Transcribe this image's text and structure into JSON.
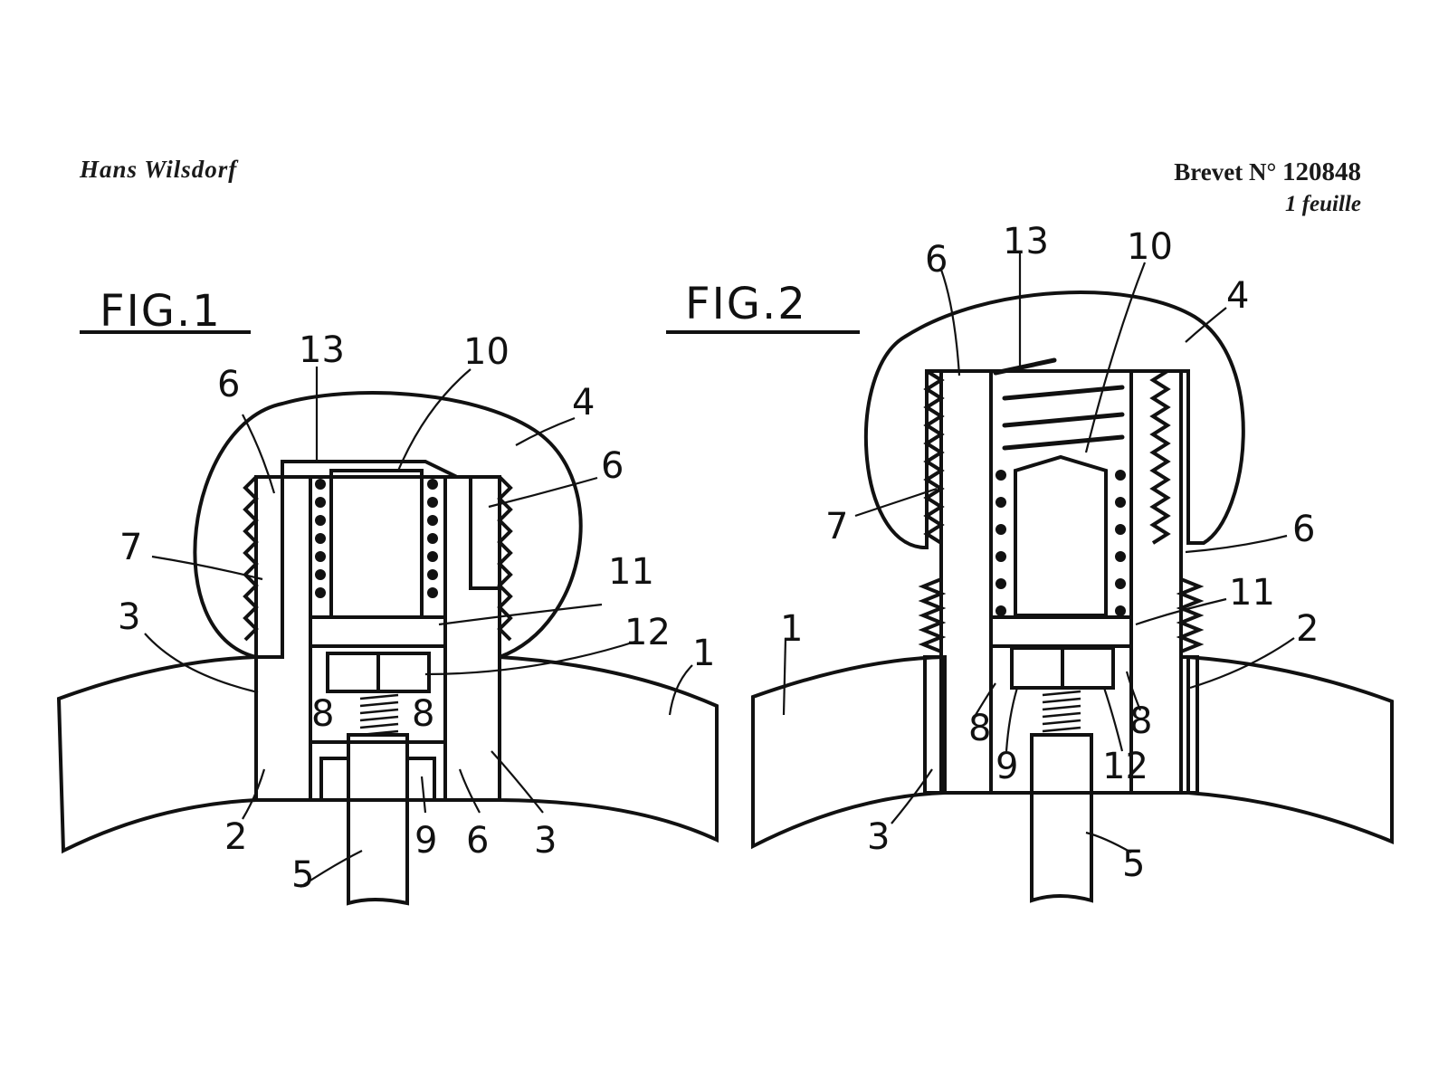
{
  "header": {
    "inventor": "Hans Wilsdorf",
    "patent_prefix": "Brevet N°",
    "patent_number": "120848",
    "sheets": "1 feuille"
  },
  "figures": [
    {
      "title": "FIG.1",
      "labels": {
        "l6a": "6",
        "l13": "13",
        "l10": "10",
        "l4": "4",
        "l6b": "6",
        "l7": "7",
        "l11": "11",
        "l3a": "3",
        "l12": "12",
        "l1": "1",
        "l8a": "8",
        "l8b": "8",
        "l2": "2",
        "l5": "5",
        "l9": "9",
        "l6c": "6",
        "l3b": "3"
      }
    },
    {
      "title": "FIG.2",
      "labels": {
        "l6a": "6",
        "l13": "13",
        "l10": "10",
        "l4": "4",
        "l7": "7",
        "l6b": "6",
        "l11": "11",
        "l1": "1",
        "l2": "2",
        "l8a": "8",
        "l9": "9",
        "l12": "12",
        "l8b": "8",
        "l3": "3",
        "l5": "5"
      }
    }
  ],
  "colors": {
    "seal_yellow": "#f2f000",
    "gasket_red": "#e8131b",
    "ink": "#111111"
  }
}
